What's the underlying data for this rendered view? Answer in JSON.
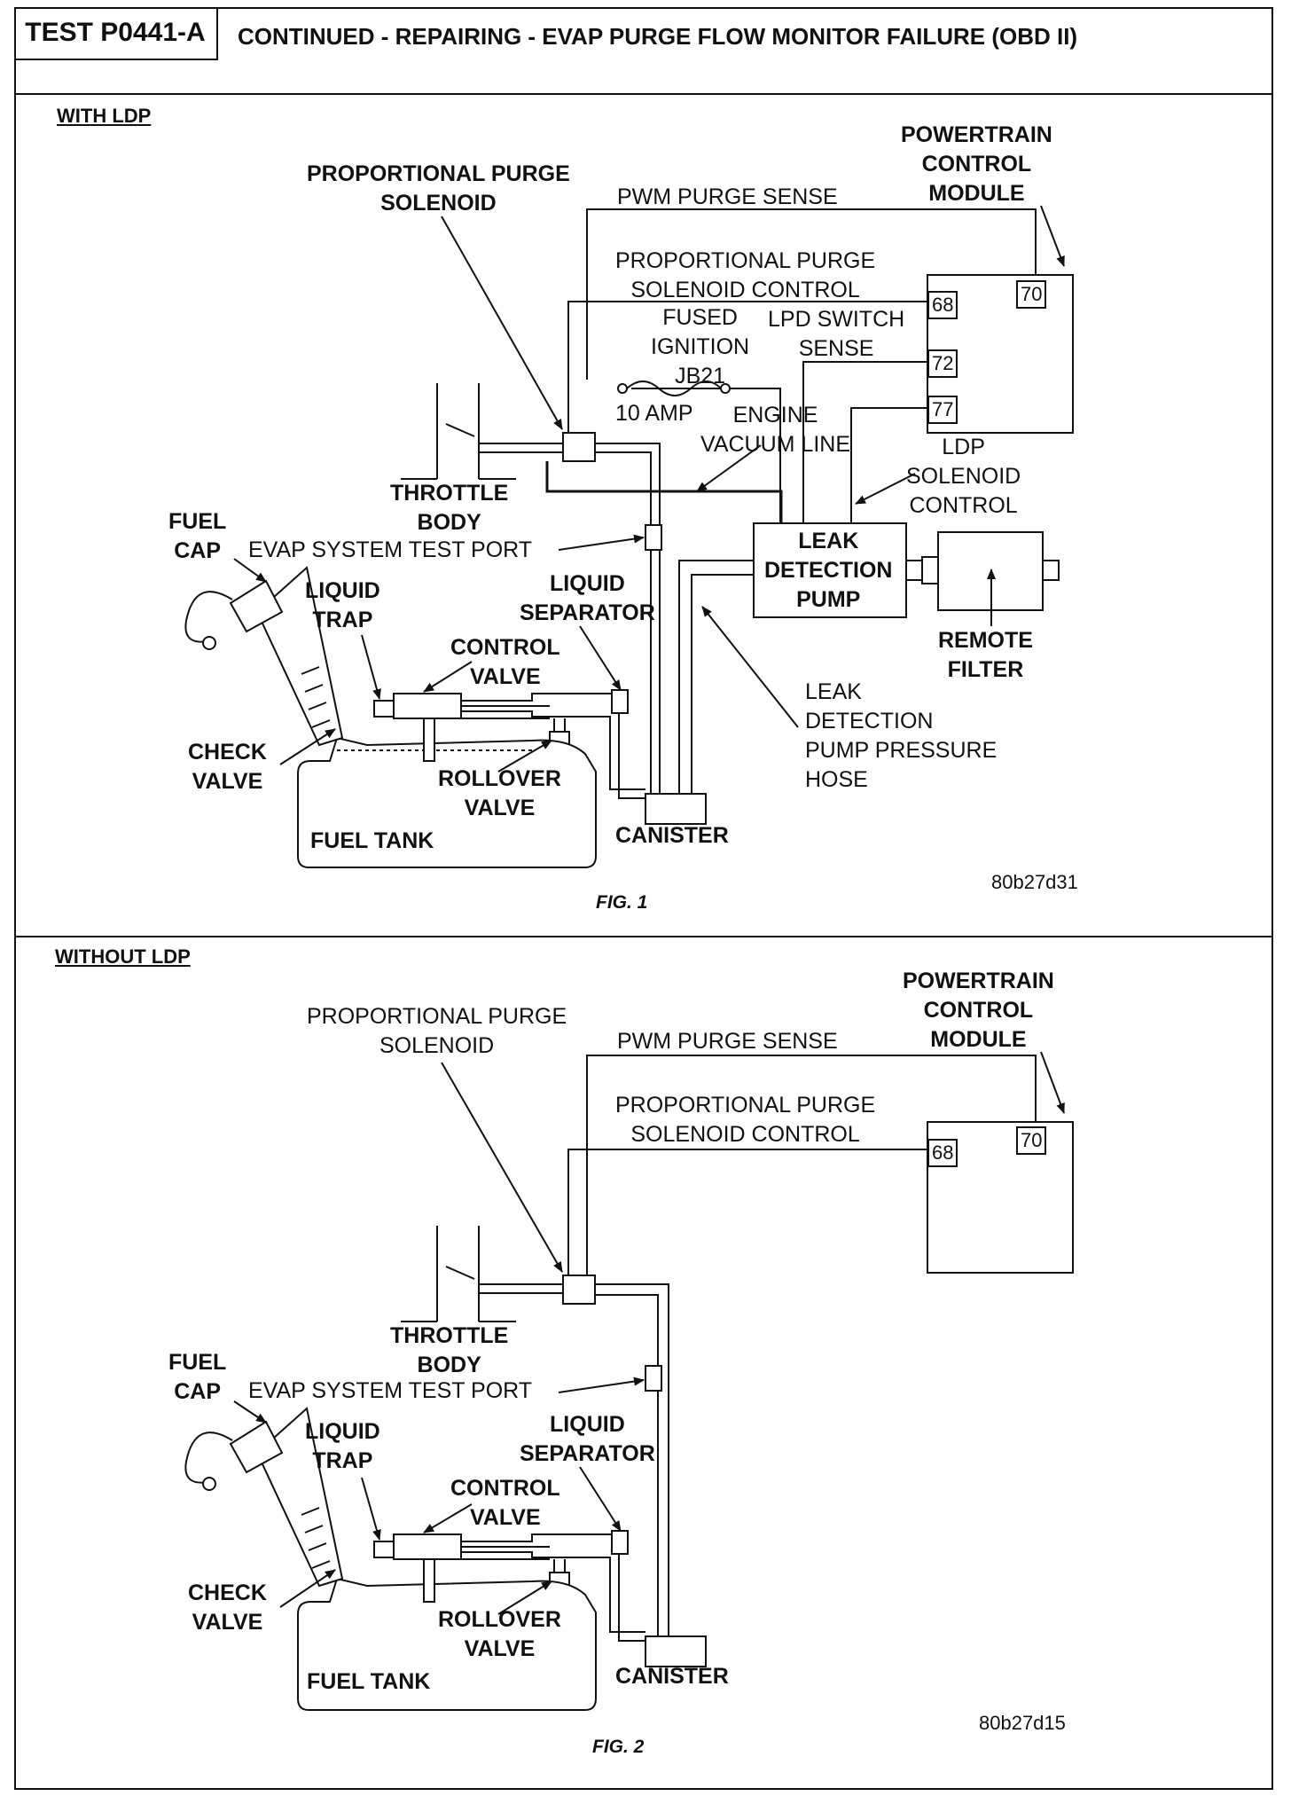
{
  "header": {
    "test_id": "TEST P0441-A",
    "title": "CONTINUED - REPAIRING - EVAP PURGE FLOW MONITOR FAILURE (OBD II)"
  },
  "fig1": {
    "section": "WITH LDP",
    "pcm": [
      "POWERTRAIN",
      "CONTROL",
      "MODULE"
    ],
    "purge_solenoid": [
      "PROPORTIONAL PURGE",
      "SOLENOID"
    ],
    "pwm_sense": "PWM PURGE SENSE",
    "purge_control": [
      "PROPORTIONAL PURGE",
      "SOLENOID CONTROL"
    ],
    "fused_ignition": [
      "FUSED",
      "IGNITION",
      "JB21"
    ],
    "fuse_rating": "10 AMP",
    "lpd_switch": [
      "LPD SWITCH",
      "SENSE"
    ],
    "engine_vacuum": [
      "ENGINE",
      "VACUUM LINE"
    ],
    "ldp_solenoid": [
      "LDP",
      "SOLENOID",
      "CONTROL"
    ],
    "pins": [
      "70",
      "68",
      "72",
      "77"
    ],
    "throttle_body": [
      "THROTTLE",
      "BODY"
    ],
    "fuel_cap": [
      "FUEL",
      "CAP"
    ],
    "test_port": "EVAP SYSTEM TEST PORT",
    "leak_pump": [
      "LEAK",
      "DETECTION",
      "PUMP"
    ],
    "remote_filter": [
      "REMOTE",
      "FILTER"
    ],
    "liquid_trap": [
      "LIQUID",
      "TRAP"
    ],
    "liquid_separator": [
      "LIQUID",
      "SEPARATOR"
    ],
    "control_valve": [
      "CONTROL",
      "VALVE"
    ],
    "check_valve": [
      "CHECK",
      "VALVE"
    ],
    "rollover_valve": [
      "ROLLOVER",
      "VALVE"
    ],
    "pressure_hose": [
      "LEAK",
      "DETECTION",
      "PUMP PRESSURE",
      "HOSE"
    ],
    "canister": "CANISTER",
    "fuel_tank": "FUEL TANK",
    "code": "80b27d31",
    "caption": "FIG. 1"
  },
  "fig2": {
    "section": "WITHOUT LDP",
    "pcm": [
      "POWERTRAIN",
      "CONTROL",
      "MODULE"
    ],
    "purge_solenoid": [
      "PROPORTIONAL PURGE",
      "SOLENOID"
    ],
    "pwm_sense": "PWM PURGE SENSE",
    "purge_control": [
      "PROPORTIONAL PURGE",
      "SOLENOID CONTROL"
    ],
    "pins": [
      "70",
      "68"
    ],
    "throttle_body": [
      "THROTTLE",
      "BODY"
    ],
    "fuel_cap": [
      "FUEL",
      "CAP"
    ],
    "test_port": "EVAP SYSTEM TEST PORT",
    "liquid_trap": [
      "LIQUID",
      "TRAP"
    ],
    "liquid_separator": [
      "LIQUID",
      "SEPARATOR"
    ],
    "control_valve": [
      "CONTROL",
      "VALVE"
    ],
    "check_valve": [
      "CHECK",
      "VALVE"
    ],
    "rollover_valve": [
      "ROLLOVER",
      "VALVE"
    ],
    "canister": "CANISTER",
    "fuel_tank": "FUEL TANK",
    "code": "80b27d15",
    "caption": "FIG. 2"
  }
}
